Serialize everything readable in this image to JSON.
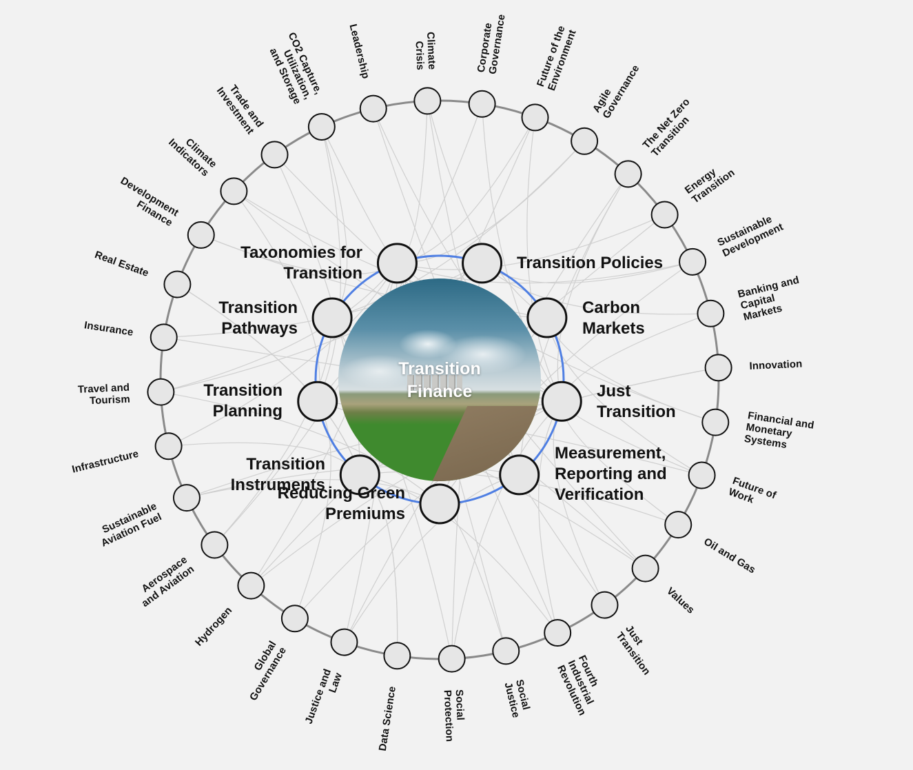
{
  "center_topic": {
    "title": "Transition\nFinance"
  },
  "inner_topics": [
    {
      "label": "Taxonomies for\nTransition"
    },
    {
      "label": "Transition Policies"
    },
    {
      "label": "Carbon\nMarkets"
    },
    {
      "label": "Just\nTransition"
    },
    {
      "label": "Measurement,\nReporting and\nVerification"
    },
    {
      "label": "Reducing Green\nPremiums"
    },
    {
      "label": "Transition\nInstruments"
    },
    {
      "label": "Transition\nPlanning"
    },
    {
      "label": "Transition\nPathways"
    }
  ],
  "outer_topics": [
    "Climate\nCrisis",
    "Corporate\nGovernance",
    "Future of the\nEnvironment",
    "Agile\nGovernance",
    "The Net Zero\nTransition",
    "Energy\nTransition",
    "Sustainable\nDevelopment",
    "Banking and\nCapital\nMarkets",
    "Innovation",
    "Financial and\nMonetary\nSystems",
    "Future of\nWork",
    "Oil and Gas",
    "Values",
    "Just\nTransition",
    "Fourth\nIndustrial\nRevolution",
    "Social\nJustice",
    "Social\nProtection",
    "Data Science",
    "Justice and\nLaw",
    "Global\nGovernance",
    "Hydrogen",
    "Aerospace\nand Aviation",
    "Sustainable\nAviation Fuel",
    "Infrastructure",
    "Travel and\nTourism",
    "Insurance",
    "Real Estate",
    "Development\nFinance",
    "Climate\nIndicators",
    "Trade and\nInvestment",
    "CO2 Capture,\nUtilization,\nand Storage",
    "Leadership"
  ],
  "colors": {
    "background": "#f2f2f2",
    "outer_ring": "#8a8a8a",
    "inner_ring": "#4f7fe3",
    "node_fill": "#e6e6e6",
    "node_stroke": "#111111",
    "link": "#cfcfcf"
  }
}
